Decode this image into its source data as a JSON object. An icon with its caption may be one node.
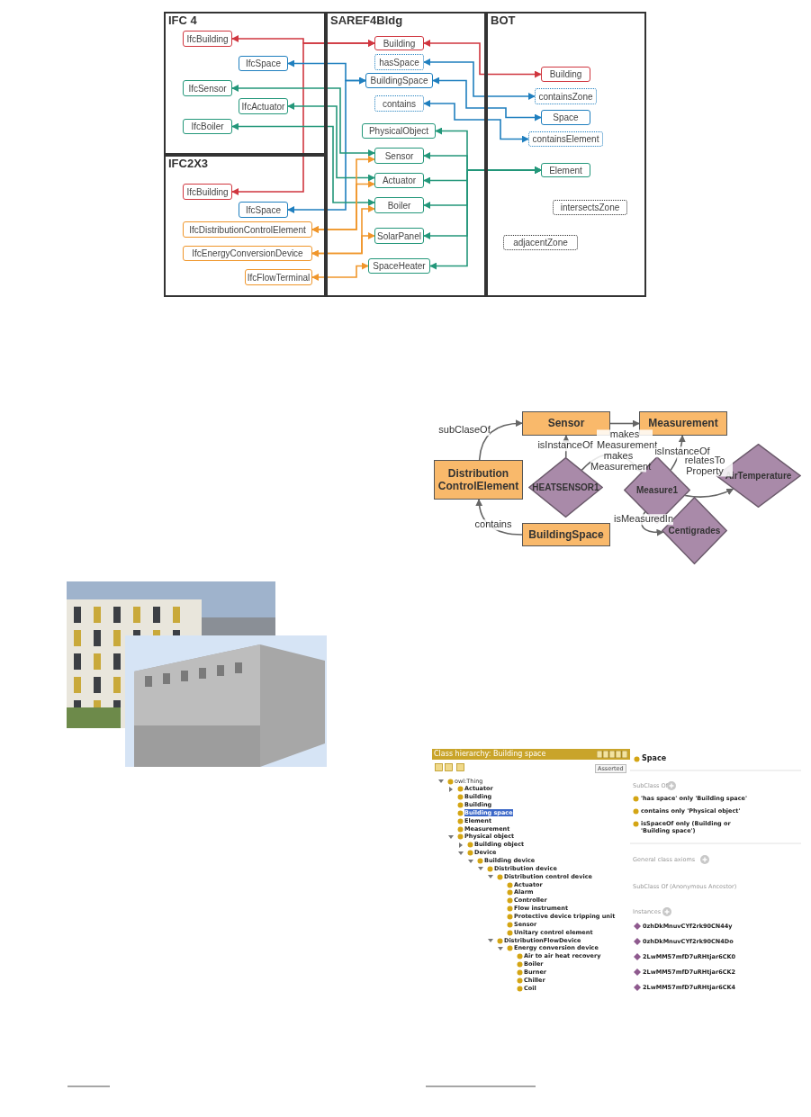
{
  "diagram": {
    "nodes": [
      {
        "text": [
          "IFC 4"
        ]
      },
      {
        "text": [
          "IfcBuilding"
        ],
        "in": 0
      },
      {
        "text": [
          "IfcSpace"
        ],
        "in": 0
      },
      {
        "text": [
          "IfcSensor"
        ],
        "in": 0
      },
      {
        "text": [
          "IfcActuator"
        ],
        "in": 0
      },
      {
        "text": [
          "IfcBoiler"
        ],
        "in": 0
      },
      {
        "text": [
          "IFC2X3"
        ]
      },
      {
        "text": [
          "IfcBuilding"
        ],
        "in": 6
      },
      {
        "text": [
          "IfcSpace"
        ],
        "in": 6
      },
      {
        "text": [
          "IfcDistributionControlElement"
        ],
        "in": 6
      },
      {
        "text": [
          "IfcEnergyConversionDevice"
        ],
        "in": 6
      },
      {
        "text": [
          "IfcFlowTerminal"
        ],
        "in": 6
      },
      {
        "text": [
          "SAREF4Bldg"
        ]
      },
      {
        "text": [
          "Building"
        ],
        "in": 12
      },
      {
        "text": [
          "hasSpace"
        ],
        "in": 12
      },
      {
        "text": [
          "BuildingSpace"
        ],
        "in": 12
      },
      {
        "text": [
          "contains"
        ],
        "in": 12
      },
      {
        "text": [
          "PhysicalObject"
        ],
        "in": 12
      },
      {
        "text": [
          "Sensor"
        ],
        "in": 12
      },
      {
        "text": [
          "Actuator"
        ],
        "in": 12
      },
      {
        "text": [
          "Boiler"
        ],
        "in": 12
      },
      {
        "text": [
          "SolarPanel"
        ],
        "in": 12
      },
      {
        "text": [
          "SpaceHeater"
        ],
        "in": 12
      },
      {
        "text": [
          "BOT"
        ]
      },
      {
        "text": [
          "Building"
        ],
        "in": 23
      },
      {
        "text": [
          "containsZone"
        ],
        "in": 23
      },
      {
        "text": [
          "Space"
        ],
        "in": 23
      },
      {
        "text": [
          "containsElement"
        ],
        "in": 23
      },
      {
        "text": [
          "Element"
        ],
        "in": 23
      },
      {
        "text": [
          "intersectsZone"
        ],
        "in": 23
      },
      {
        "text": [
          "adjacentZone"
        ],
        "in": 23
      },
      {
        "text": [
          "Sensor"
        ]
      },
      {
        "text": [
          "Measurement"
        ]
      },
      {
        "text": [
          "Distribution ControlElement"
        ]
      },
      {
        "text": [
          "HEATSENSOR1"
        ]
      },
      {
        "text": [
          "Measure1"
        ]
      },
      {
        "text": [
          "AirTemperature"
        ]
      },
      {
        "text": [
          "Centigrades"
        ]
      },
      {
        "text": [
          "BuildingSpace"
        ]
      }
    ],
    "edges": [
      {
        "from": 1,
        "to": 13,
        "arrow": "both",
        "color": "#d0363f"
      },
      {
        "from": 7,
        "to": 13,
        "arrow": "both",
        "color": "#d0363f"
      },
      {
        "from": 24,
        "to": 13,
        "arrow": "both",
        "color": "#d0363f"
      },
      {
        "from": 2,
        "to": 15,
        "arrow": "both",
        "color": "#1f7fbf"
      },
      {
        "from": 8,
        "to": 15,
        "arrow": "both",
        "color": "#1f7fbf"
      },
      {
        "from": 14,
        "to": 25,
        "arrow": "both",
        "color": "#1f7fbf"
      },
      {
        "from": 15,
        "to": 26,
        "arrow": "both",
        "color": "#1f7fbf"
      },
      {
        "from": 16,
        "to": 27,
        "arrow": "both",
        "color": "#1f7fbf"
      },
      {
        "from": 3,
        "to": 18,
        "arrow": "both"
      },
      {
        "from": 4,
        "to": 19,
        "arrow": "both"
      },
      {
        "from": 5,
        "to": 20,
        "arrow": "both"
      },
      {
        "from": 28,
        "to": 17,
        "arrow": "both"
      },
      {
        "from": 28,
        "to": 18,
        "arrow": "both"
      },
      {
        "from": 28,
        "to": 19,
        "arrow": "both"
      },
      {
        "from": 28,
        "to": 20,
        "arrow": "both"
      },
      {
        "from": 28,
        "to": 21,
        "arrow": "both"
      },
      {
        "from": 28,
        "to": 22,
        "arrow": "both"
      },
      {
        "from": 9,
        "to": 18,
        "arrow": "both",
        "color": "#f0962b"
      },
      {
        "from": 9,
        "to": 19,
        "arrow": "both",
        "color": "#f0962b"
      },
      {
        "from": 10,
        "to": 20,
        "arrow": "both",
        "color": "#f0962b"
      },
      {
        "from": 10,
        "to": 21,
        "arrow": "both",
        "color": "#f0962b"
      },
      {
        "from": 11,
        "to": 22,
        "arrow": "both",
        "color": "#f0962b"
      },
      {
        "from": 33,
        "to": 31,
        "arrow": "to",
        "label": "subClaseOf",
        "color": "#666666"
      },
      {
        "from": 31,
        "to": 32,
        "arrow": "to",
        "label": "makes Measurement",
        "color": "#666666"
      },
      {
        "from": 34,
        "to": 31,
        "arrow": "to",
        "label": "isInstanceOf",
        "color": "#666666"
      },
      {
        "from": 34,
        "to": 35,
        "arrow": "to",
        "label": "makes Measurement",
        "color": "#666666"
      },
      {
        "from": 35,
        "to": 32,
        "arrow": "to",
        "label": "isInstanceOf",
        "color": "#666666"
      },
      {
        "from": 35,
        "to": 36,
        "arrow": "to",
        "label": "relatesTo Property",
        "color": "#666666"
      },
      {
        "from": 35,
        "to": 37,
        "arrow": "to",
        "label": "isMeasuredIn",
        "color": "#666666"
      },
      {
        "from": 38,
        "to": 33,
        "arrow": "to",
        "label": "contains",
        "color": "#666666"
      }
    ],
    "labels": [
      "Class hierarchy: Building space",
      "Asserted",
      "owl:Thing",
      "Actuator",
      "Building",
      "Building",
      "Building space",
      "Element",
      "Measurement",
      "Physical object",
      "Building object",
      "Device",
      "Building device",
      "Distribution device",
      "Distribution control device",
      "Actuator",
      "Alarm",
      "Controller",
      "Flow instrument",
      "Protective device tripping unit",
      "Sensor",
      "Unitary control element",
      "DistributionFlowDevice",
      "Energy conversion device",
      "Air to air heat recovery",
      "Boiler",
      "Burner",
      "Chiller",
      "Coil",
      "Space",
      "SubClass Of",
      "'has space' only 'Building space'",
      "contains only 'Physical object'",
      "isSpaceOf only (Building or 'Building space')",
      "General class axioms",
      "SubClass Of (Anonymous Ancestor)",
      "Instances",
      "0zhDkMnuvCYf2rk90CN44y",
      "0zhDkMnuvCYf2rk90CN4Do",
      "2LwMM57mfD7uRHtjar6CK0",
      "2LwMM57mfD7uRHtjar6CK2",
      "2LwMM57mfD7uRHtjar6CK4"
    ]
  }
}
